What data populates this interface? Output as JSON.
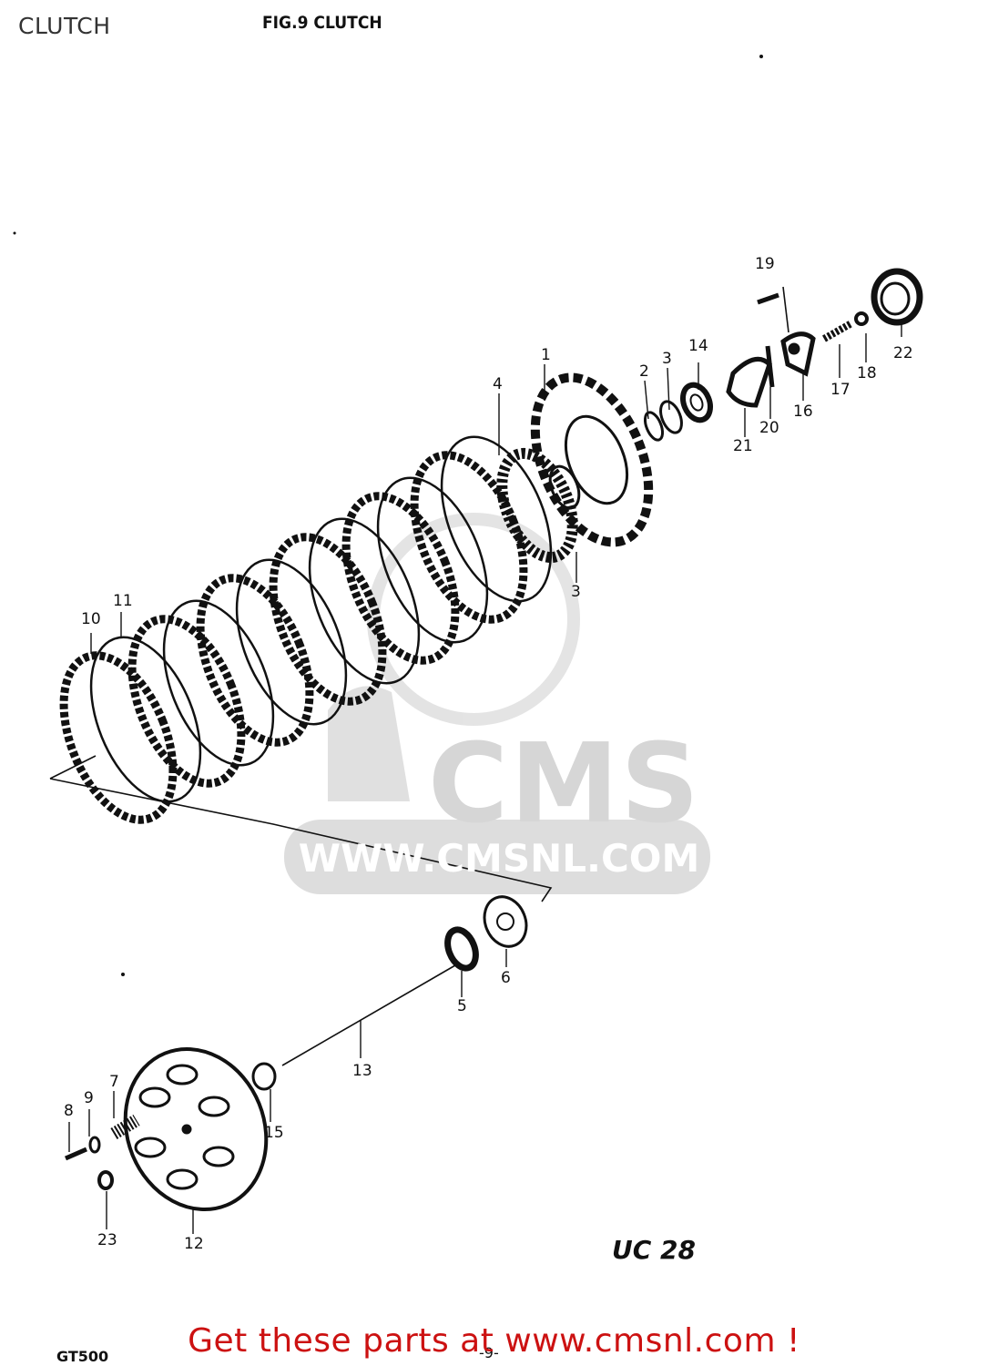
{
  "page_label": "CLUTCH",
  "figure_title": "FIG.9  CLUTCH",
  "watermark": {
    "brand": "CMS",
    "url": "WWW.CMSNL.COM",
    "color": "#d6d6d6"
  },
  "callouts": [
    {
      "id": "c1",
      "text": "1"
    },
    {
      "id": "c2",
      "text": "2"
    },
    {
      "id": "c3a",
      "text": "3"
    },
    {
      "id": "c3b",
      "text": "3"
    },
    {
      "id": "c4",
      "text": "4"
    },
    {
      "id": "c5",
      "text": "5"
    },
    {
      "id": "c6",
      "text": "6"
    },
    {
      "id": "c7",
      "text": "7"
    },
    {
      "id": "c8",
      "text": "8"
    },
    {
      "id": "c9",
      "text": "9"
    },
    {
      "id": "c10",
      "text": "10"
    },
    {
      "id": "c11",
      "text": "11"
    },
    {
      "id": "c12",
      "text": "12"
    },
    {
      "id": "c13",
      "text": "13"
    },
    {
      "id": "c14",
      "text": "14"
    },
    {
      "id": "c15",
      "text": "15"
    },
    {
      "id": "c16",
      "text": "16"
    },
    {
      "id": "c17",
      "text": "17"
    },
    {
      "id": "c18",
      "text": "18"
    },
    {
      "id": "c19",
      "text": "19"
    },
    {
      "id": "c20",
      "text": "20"
    },
    {
      "id": "c21",
      "text": "21"
    },
    {
      "id": "c22",
      "text": "22"
    },
    {
      "id": "c23",
      "text": "23"
    }
  ],
  "diagram_code": "UC 28",
  "model": "GT500",
  "page_number": "-9-",
  "promo_text": "Get these parts at www.cmsnl.com !",
  "promo_color": "#cc1111"
}
